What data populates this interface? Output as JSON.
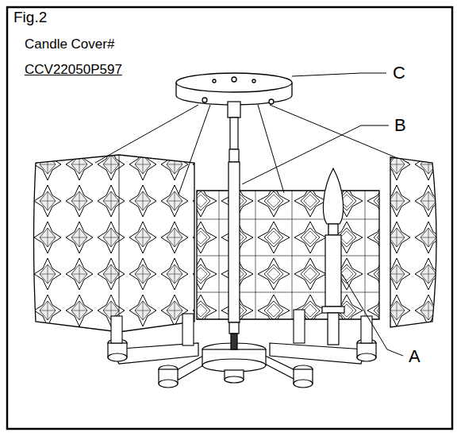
{
  "diagram": {
    "title": "Fig.2",
    "labels": [
      "Candle Cover#",
      "CCV22050P597",
      "C",
      "B",
      "A"
    ]
  }
}
